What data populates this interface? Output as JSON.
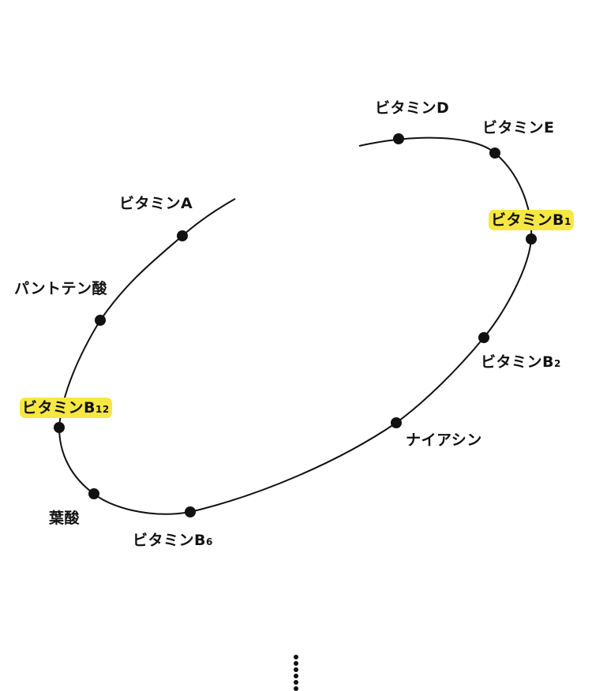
{
  "colors": {
    "line": "#111111",
    "highlight": "#f6e743"
  },
  "nodes": [
    {
      "main": "ビタミンD",
      "sub": "",
      "highlight": false
    },
    {
      "main": "ビタミンE",
      "sub": "",
      "highlight": false
    },
    {
      "main": "ビタミンB",
      "sub": "1",
      "highlight": true
    },
    {
      "main": "ビタミンB",
      "sub": "2",
      "highlight": false
    },
    {
      "main": "ナイアシン",
      "sub": "",
      "highlight": false
    },
    {
      "main": "ビタミンB",
      "sub": "6",
      "highlight": false
    },
    {
      "main": "葉酸",
      "sub": "",
      "highlight": false
    },
    {
      "main": "ビタミンB",
      "sub": "12",
      "highlight": true
    },
    {
      "main": "パントテン酸",
      "sub": "",
      "highlight": false
    },
    {
      "main": "ビタミンA",
      "sub": "",
      "highlight": false
    }
  ],
  "continuation_icon": "vertical-ellipsis-icon"
}
